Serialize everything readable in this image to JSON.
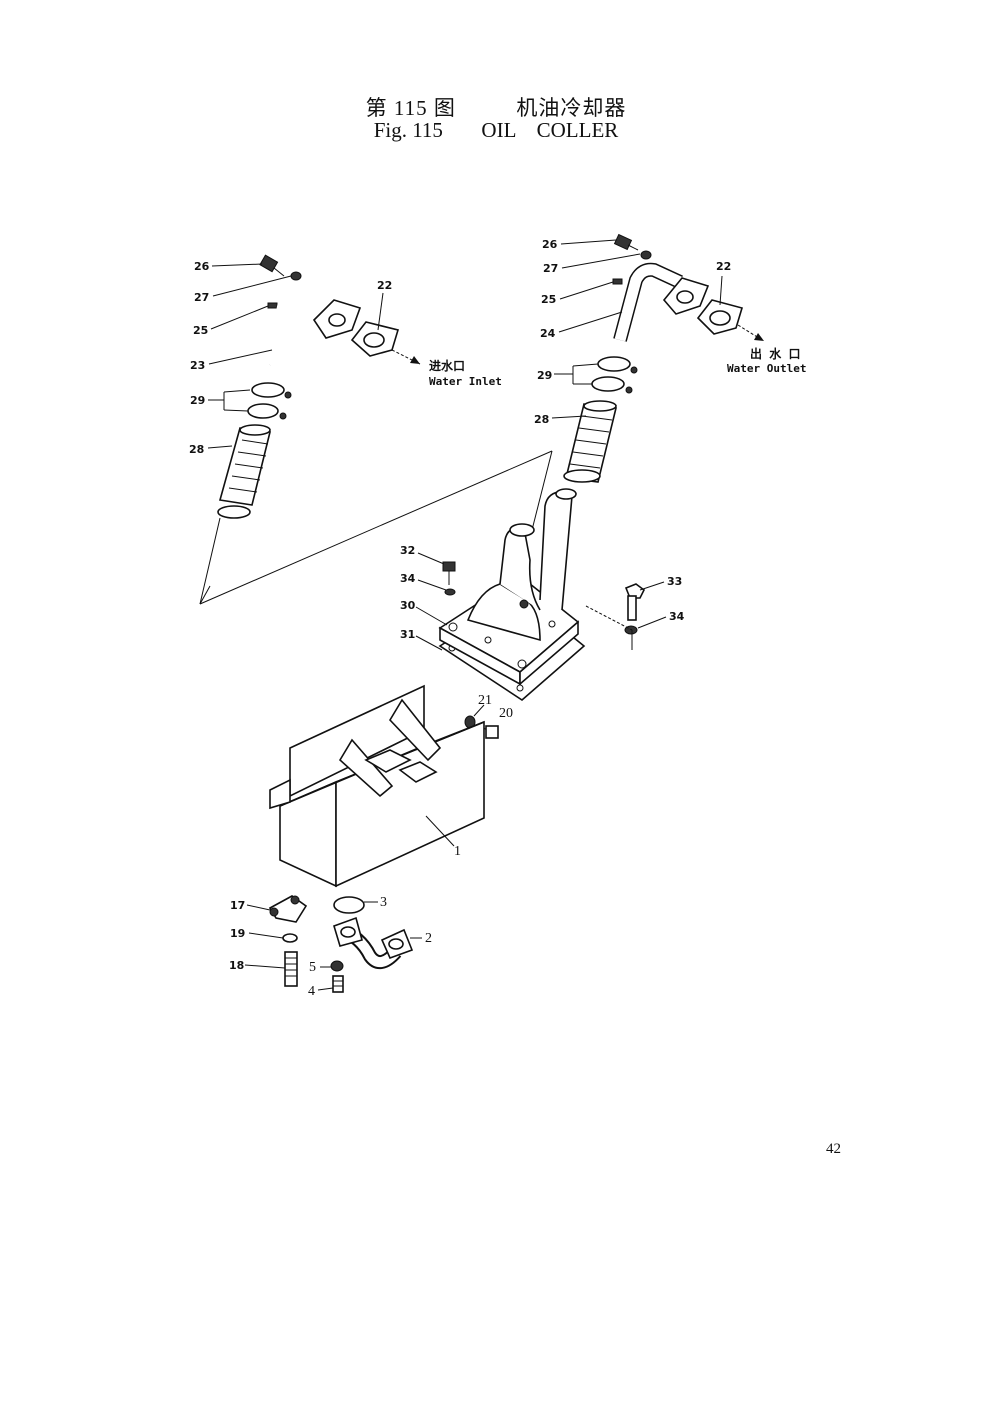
{
  "title": {
    "cn_fig": "第 115 图",
    "cn_name": "机油冷却器",
    "en_fig": "Fig. 115",
    "en_name": "OIL    COLLER"
  },
  "annotations": {
    "inlet_cn": "进水口",
    "inlet_en": "Water Inlet",
    "outlet_cn": "出 水 口",
    "outlet_en": "Water Outlet"
  },
  "callouts": {
    "l26": "26",
    "l27": "27",
    "l25": "25",
    "l23": "23",
    "l22": "22",
    "l29": "29",
    "l28": "28",
    "r26": "26",
    "r27": "27",
    "r25": "25",
    "r24": "24",
    "r22": "22",
    "r29": "29",
    "r28": "28",
    "c32": "32",
    "c34a": "34",
    "c30": "30",
    "c31": "31",
    "c33": "33",
    "c34b": "34",
    "c21": "21",
    "c20": "20",
    "c1": "1",
    "c17": "17",
    "c19": "19",
    "c18": "18",
    "c3": "3",
    "c2": "2",
    "c5": "5",
    "c4": "4"
  },
  "page_number": "42"
}
